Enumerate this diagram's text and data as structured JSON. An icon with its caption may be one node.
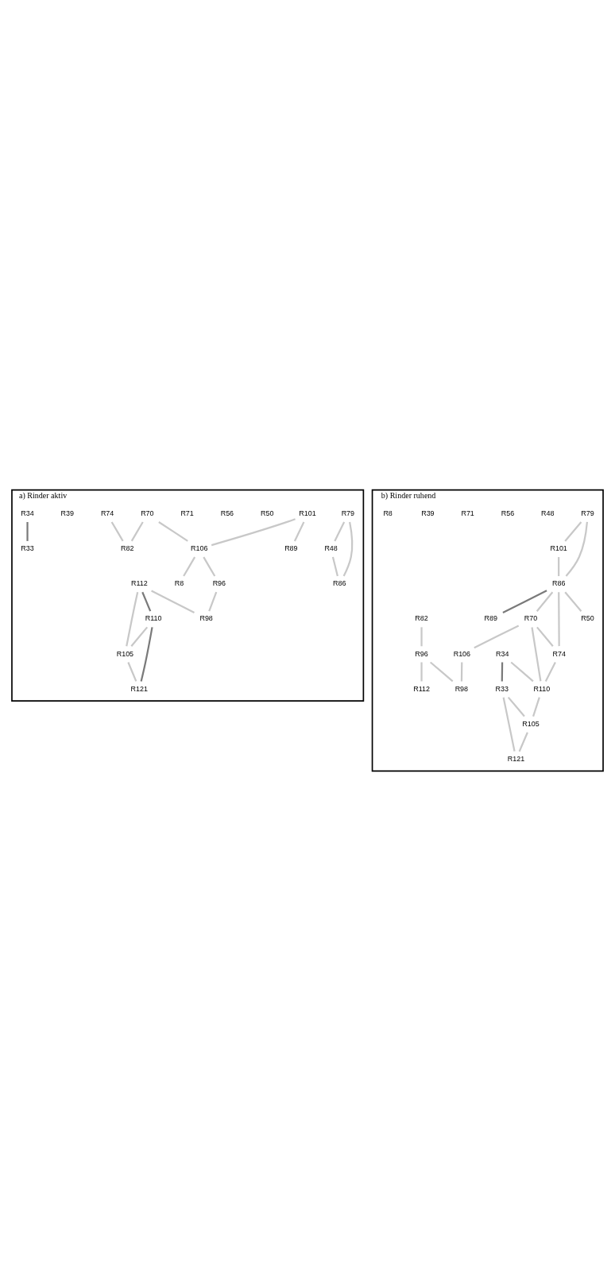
{
  "diagram": {
    "nodes": [
      {
        "text": [
          "a) Rinder aktiv"
        ]
      },
      {
        "text": [
          "R79"
        ],
        "in": 0
      },
      {
        "text": [
          "R48"
        ],
        "in": 0
      },
      {
        "text": [
          "R101"
        ],
        "in": 0
      },
      {
        "text": [
          "R86"
        ],
        "in": 0
      },
      {
        "text": [
          "R50"
        ],
        "in": 0
      },
      {
        "text": [
          "R56"
        ],
        "in": 0
      },
      {
        "text": [
          "R71"
        ],
        "in": 0
      },
      {
        "text": [
          "R89"
        ],
        "in": 0
      },
      {
        "text": [
          "R74"
        ],
        "in": 0
      },
      {
        "text": [
          "R70"
        ],
        "in": 0
      },
      {
        "text": [
          "R39"
        ],
        "in": 0
      },
      {
        "text": [
          "R34"
        ],
        "in": 0
      },
      {
        "text": [
          "R106"
        ],
        "in": 0
      },
      {
        "text": [
          "R82"
        ],
        "in": 0
      },
      {
        "text": [
          "R33"
        ],
        "in": 0
      },
      {
        "text": [
          "R110"
        ],
        "in": 0
      },
      {
        "text": [
          "R8"
        ],
        "in": 0
      },
      {
        "text": [
          "R112"
        ],
        "in": 0
      },
      {
        "text": [
          "R96"
        ],
        "in": 0
      },
      {
        "text": [
          "R121"
        ],
        "in": 0
      },
      {
        "text": [
          "R105"
        ],
        "in": 0
      },
      {
        "text": [
          "R98"
        ],
        "in": 0
      },
      {
        "text": [
          "b) Rinder ruhend"
        ]
      },
      {
        "text": [
          "R79"
        ],
        "in": 23
      },
      {
        "text": [
          "R48"
        ],
        "in": 23
      },
      {
        "text": [
          "R101"
        ],
        "in": 23
      },
      {
        "text": [
          "R86"
        ],
        "in": 23
      },
      {
        "text": [
          "R50"
        ],
        "in": 23
      },
      {
        "text": [
          "R56"
        ],
        "in": 23
      },
      {
        "text": [
          "R89"
        ],
        "in": 23
      },
      {
        "text": [
          "R71"
        ],
        "in": 23
      },
      {
        "text": [
          "R74"
        ],
        "in": 23
      },
      {
        "text": [
          "R70"
        ],
        "in": 23
      },
      {
        "text": [
          "R39"
        ],
        "in": 23
      },
      {
        "text": [
          "R34"
        ],
        "in": 23
      },
      {
        "text": [
          "R106"
        ],
        "in": 23
      },
      {
        "text": [
          "R33"
        ],
        "in": 23
      },
      {
        "text": [
          "R82"
        ],
        "in": 23
      },
      {
        "text": [
          "R110"
        ],
        "in": 23
      },
      {
        "text": [
          "R112"
        ],
        "in": 23
      },
      {
        "text": [
          "R8"
        ],
        "in": 23
      },
      {
        "text": [
          "R96"
        ],
        "in": 23
      },
      {
        "text": [
          "R121"
        ],
        "in": 23
      },
      {
        "text": [
          "R105"
        ],
        "in": 23
      },
      {
        "text": [
          "R98"
        ],
        "in": 23
      }
    ],
    "edges": [
      {
        "from": 1,
        "to": 2,
        "arrow": "none"
      },
      {
        "from": 1,
        "to": 4,
        "arrow": "none"
      },
      {
        "from": 2,
        "to": 4,
        "arrow": "none"
      },
      {
        "from": 3,
        "to": 8,
        "arrow": "none"
      },
      {
        "from": 3,
        "to": 13,
        "arrow": "none"
      },
      {
        "from": 10,
        "to": 13,
        "arrow": "none"
      },
      {
        "from": 10,
        "to": 14,
        "arrow": "none"
      },
      {
        "from": 9,
        "to": 14,
        "arrow": "none"
      },
      {
        "from": 12,
        "to": 15,
        "arrow": "none",
        "color": "#7a7a7a"
      },
      {
        "from": 13,
        "to": 17,
        "arrow": "none"
      },
      {
        "from": 13,
        "to": 19,
        "arrow": "none"
      },
      {
        "from": 18,
        "to": 16,
        "arrow": "none",
        "color": "#7a7a7a"
      },
      {
        "from": 16,
        "to": 20,
        "arrow": "none",
        "color": "#7a7a7a"
      },
      {
        "from": 16,
        "to": 21,
        "arrow": "none"
      },
      {
        "from": 18,
        "to": 21,
        "arrow": "none"
      },
      {
        "from": 21,
        "to": 20,
        "arrow": "none"
      },
      {
        "from": 18,
        "to": 22,
        "arrow": "none"
      },
      {
        "from": 19,
        "to": 22,
        "arrow": "none"
      },
      {
        "from": 24,
        "to": 26,
        "arrow": "none"
      },
      {
        "from": 24,
        "to": 27,
        "arrow": "none"
      },
      {
        "from": 26,
        "to": 27,
        "arrow": "none"
      },
      {
        "from": 27,
        "to": 28,
        "arrow": "none"
      },
      {
        "from": 27,
        "to": 30,
        "arrow": "none",
        "color": "#7a7a7a"
      },
      {
        "from": 27,
        "to": 33,
        "arrow": "none"
      },
      {
        "from": 27,
        "to": 32,
        "arrow": "none"
      },
      {
        "from": 33,
        "to": 32,
        "arrow": "none"
      },
      {
        "from": 33,
        "to": 36,
        "arrow": "none"
      },
      {
        "from": 33,
        "to": 39,
        "arrow": "none"
      },
      {
        "from": 32,
        "to": 39,
        "arrow": "none"
      },
      {
        "from": 35,
        "to": 39,
        "arrow": "none"
      },
      {
        "from": 35,
        "to": 37,
        "arrow": "none",
        "color": "#7a7a7a"
      },
      {
        "from": 39,
        "to": 44,
        "arrow": "none"
      },
      {
        "from": 37,
        "to": 44,
        "arrow": "none"
      },
      {
        "from": 37,
        "to": 43,
        "arrow": "none"
      },
      {
        "from": 44,
        "to": 43,
        "arrow": "none"
      },
      {
        "from": 36,
        "to": 45,
        "arrow": "none"
      },
      {
        "from": 38,
        "to": 42,
        "arrow": "none"
      },
      {
        "from": 42,
        "to": 40,
        "arrow": "none"
      },
      {
        "from": 42,
        "to": 45,
        "arrow": "none"
      }
    ]
  }
}
